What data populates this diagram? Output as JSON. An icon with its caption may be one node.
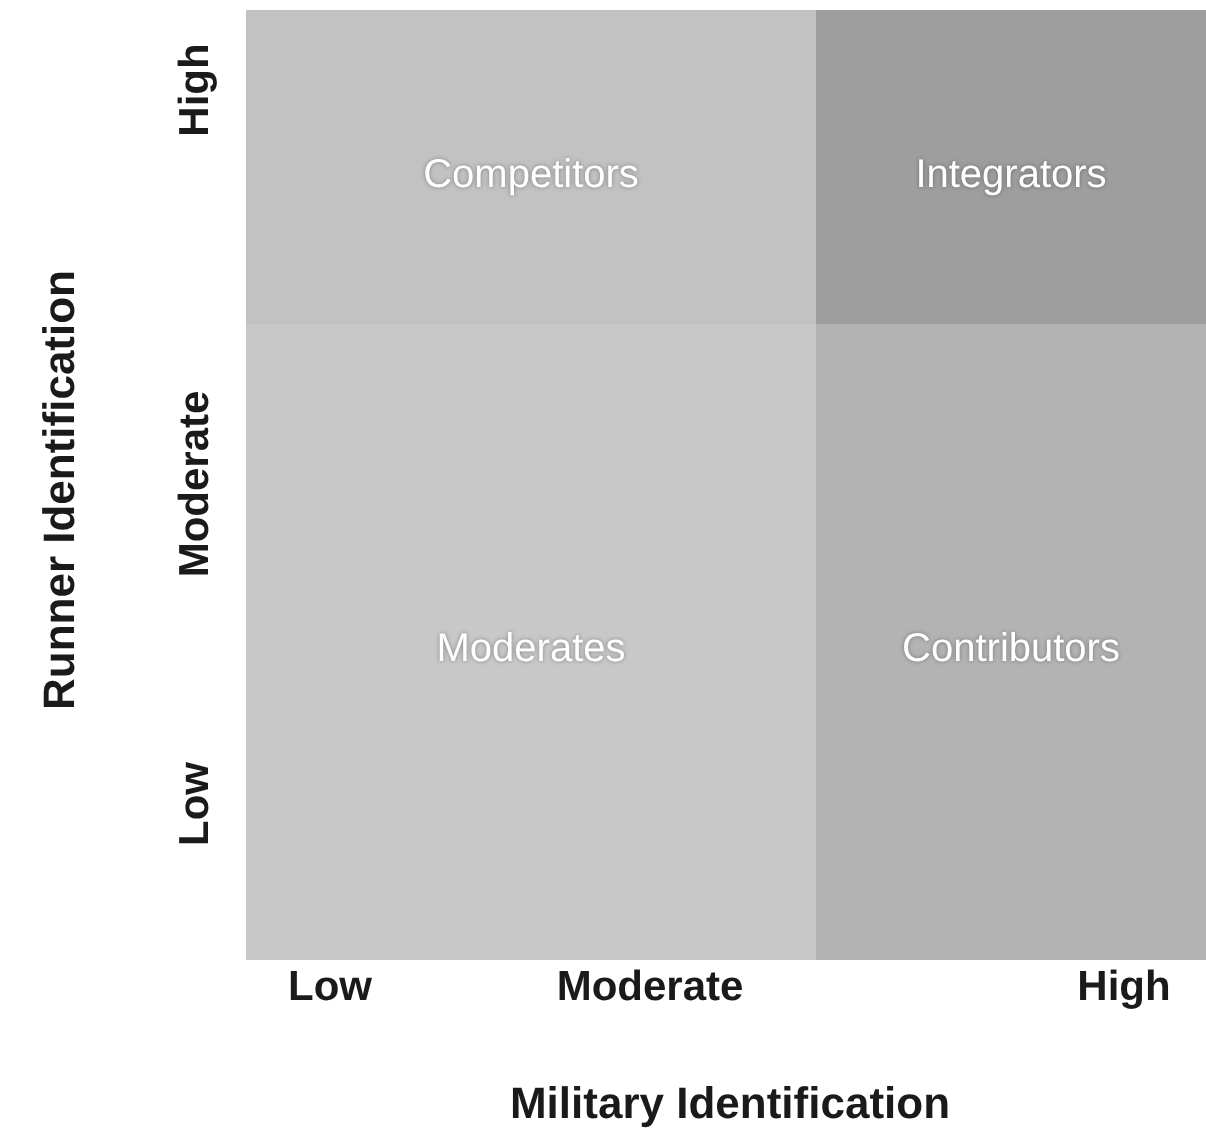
{
  "diagram": {
    "nodes": [
      {
        "text": [
          "Competitors"
        ]
      },
      {
        "text": [
          "Integrators"
        ]
      },
      {
        "text": [
          "Moderates"
        ]
      },
      {
        "text": [
          "Contributors"
        ]
      }
    ],
    "labels": [
      "High",
      "Moderate",
      "Low",
      "Runner Identification",
      "Low",
      "Moderate",
      "High",
      "Military Identification"
    ]
  }
}
